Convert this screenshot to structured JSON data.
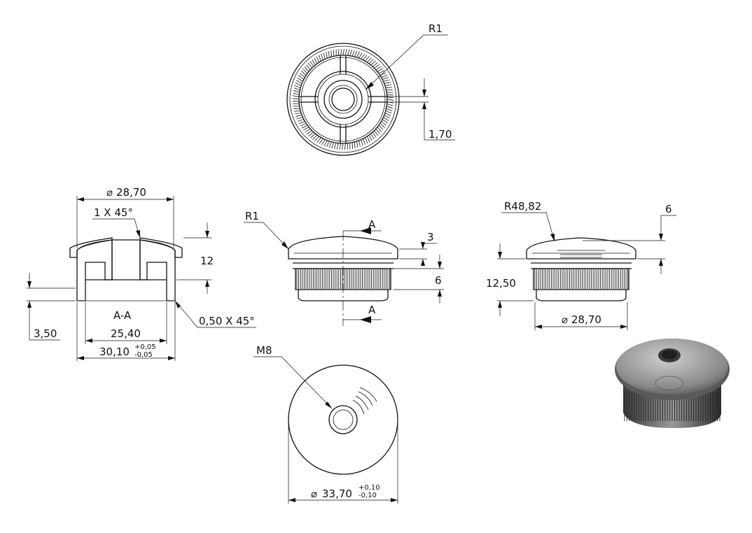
{
  "top_view": {
    "radius_label": "R1",
    "rib_dim": "1,70"
  },
  "section_view": {
    "diameter_label": "28,70",
    "chamfer_top": "1 X 45°",
    "height": "12",
    "section_name": "A-A",
    "chamfer_bottom": "0,50 X 45°",
    "step": "3,50",
    "inner_width": "25,40",
    "outer_width": "30,10",
    "outer_tol_upper": "+0,05",
    "outer_tol_lower": "-0,05"
  },
  "front_view": {
    "radius_label": "R1",
    "cut_label_top": "A",
    "cut_label_bottom": "A",
    "cap_height": "3",
    "knurl_height": "6"
  },
  "side_view": {
    "crown_radius": "R48,82",
    "top_dim": "6",
    "height": "12,50",
    "diameter_label": "28,70"
  },
  "bottom_view": {
    "thread": "M8",
    "diameter_label": "33,70",
    "tol_upper": "+0,10",
    "tol_lower": "-0,10"
  },
  "symbols": {
    "diameter": "⌀"
  }
}
